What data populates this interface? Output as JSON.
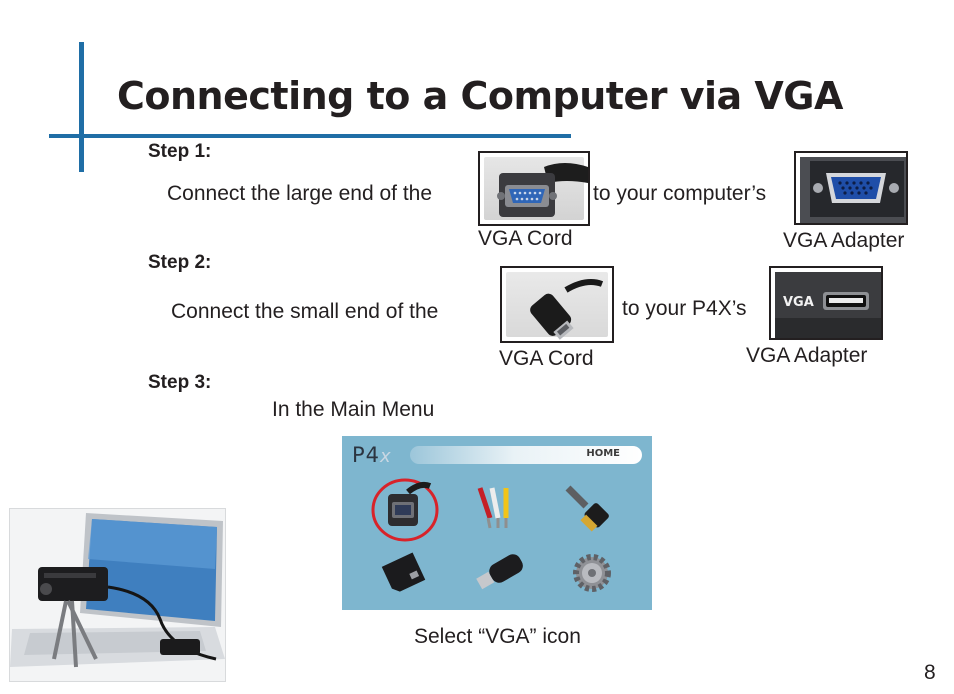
{
  "page": {
    "title": "Connecting to a Computer via VGA",
    "page_number": "8"
  },
  "step1": {
    "label": "Step 1:",
    "text_before": "Connect the large end of the",
    "text_after": "to your computer’s",
    "cord_caption": "VGA Cord",
    "adapter_caption": "VGA Adapter"
  },
  "step2": {
    "label": "Step 2:",
    "text_before": "Connect the small end of the",
    "text_after": "to your P4X’s",
    "cord_caption": "VGA Cord",
    "adapter_caption": "VGA Adapter",
    "port_label": "VGA"
  },
  "step3": {
    "label": "Step 3:",
    "text": "In the Main Menu",
    "caption": "Select “VGA” icon"
  },
  "menu_screen": {
    "logo": "P4",
    "logo_suffix": "x",
    "home_label": "HOME",
    "icons": [
      "vga-icon",
      "av-cable-icon",
      "hdmi-icon",
      "sd-card-icon",
      "usb-drive-icon",
      "settings-gear-icon"
    ],
    "selected_icon": "vga-icon"
  },
  "colors": {
    "accent_blue": "#1f6ea6",
    "highlight_red": "#d8232a",
    "menu_background": "#7eb6cf"
  }
}
